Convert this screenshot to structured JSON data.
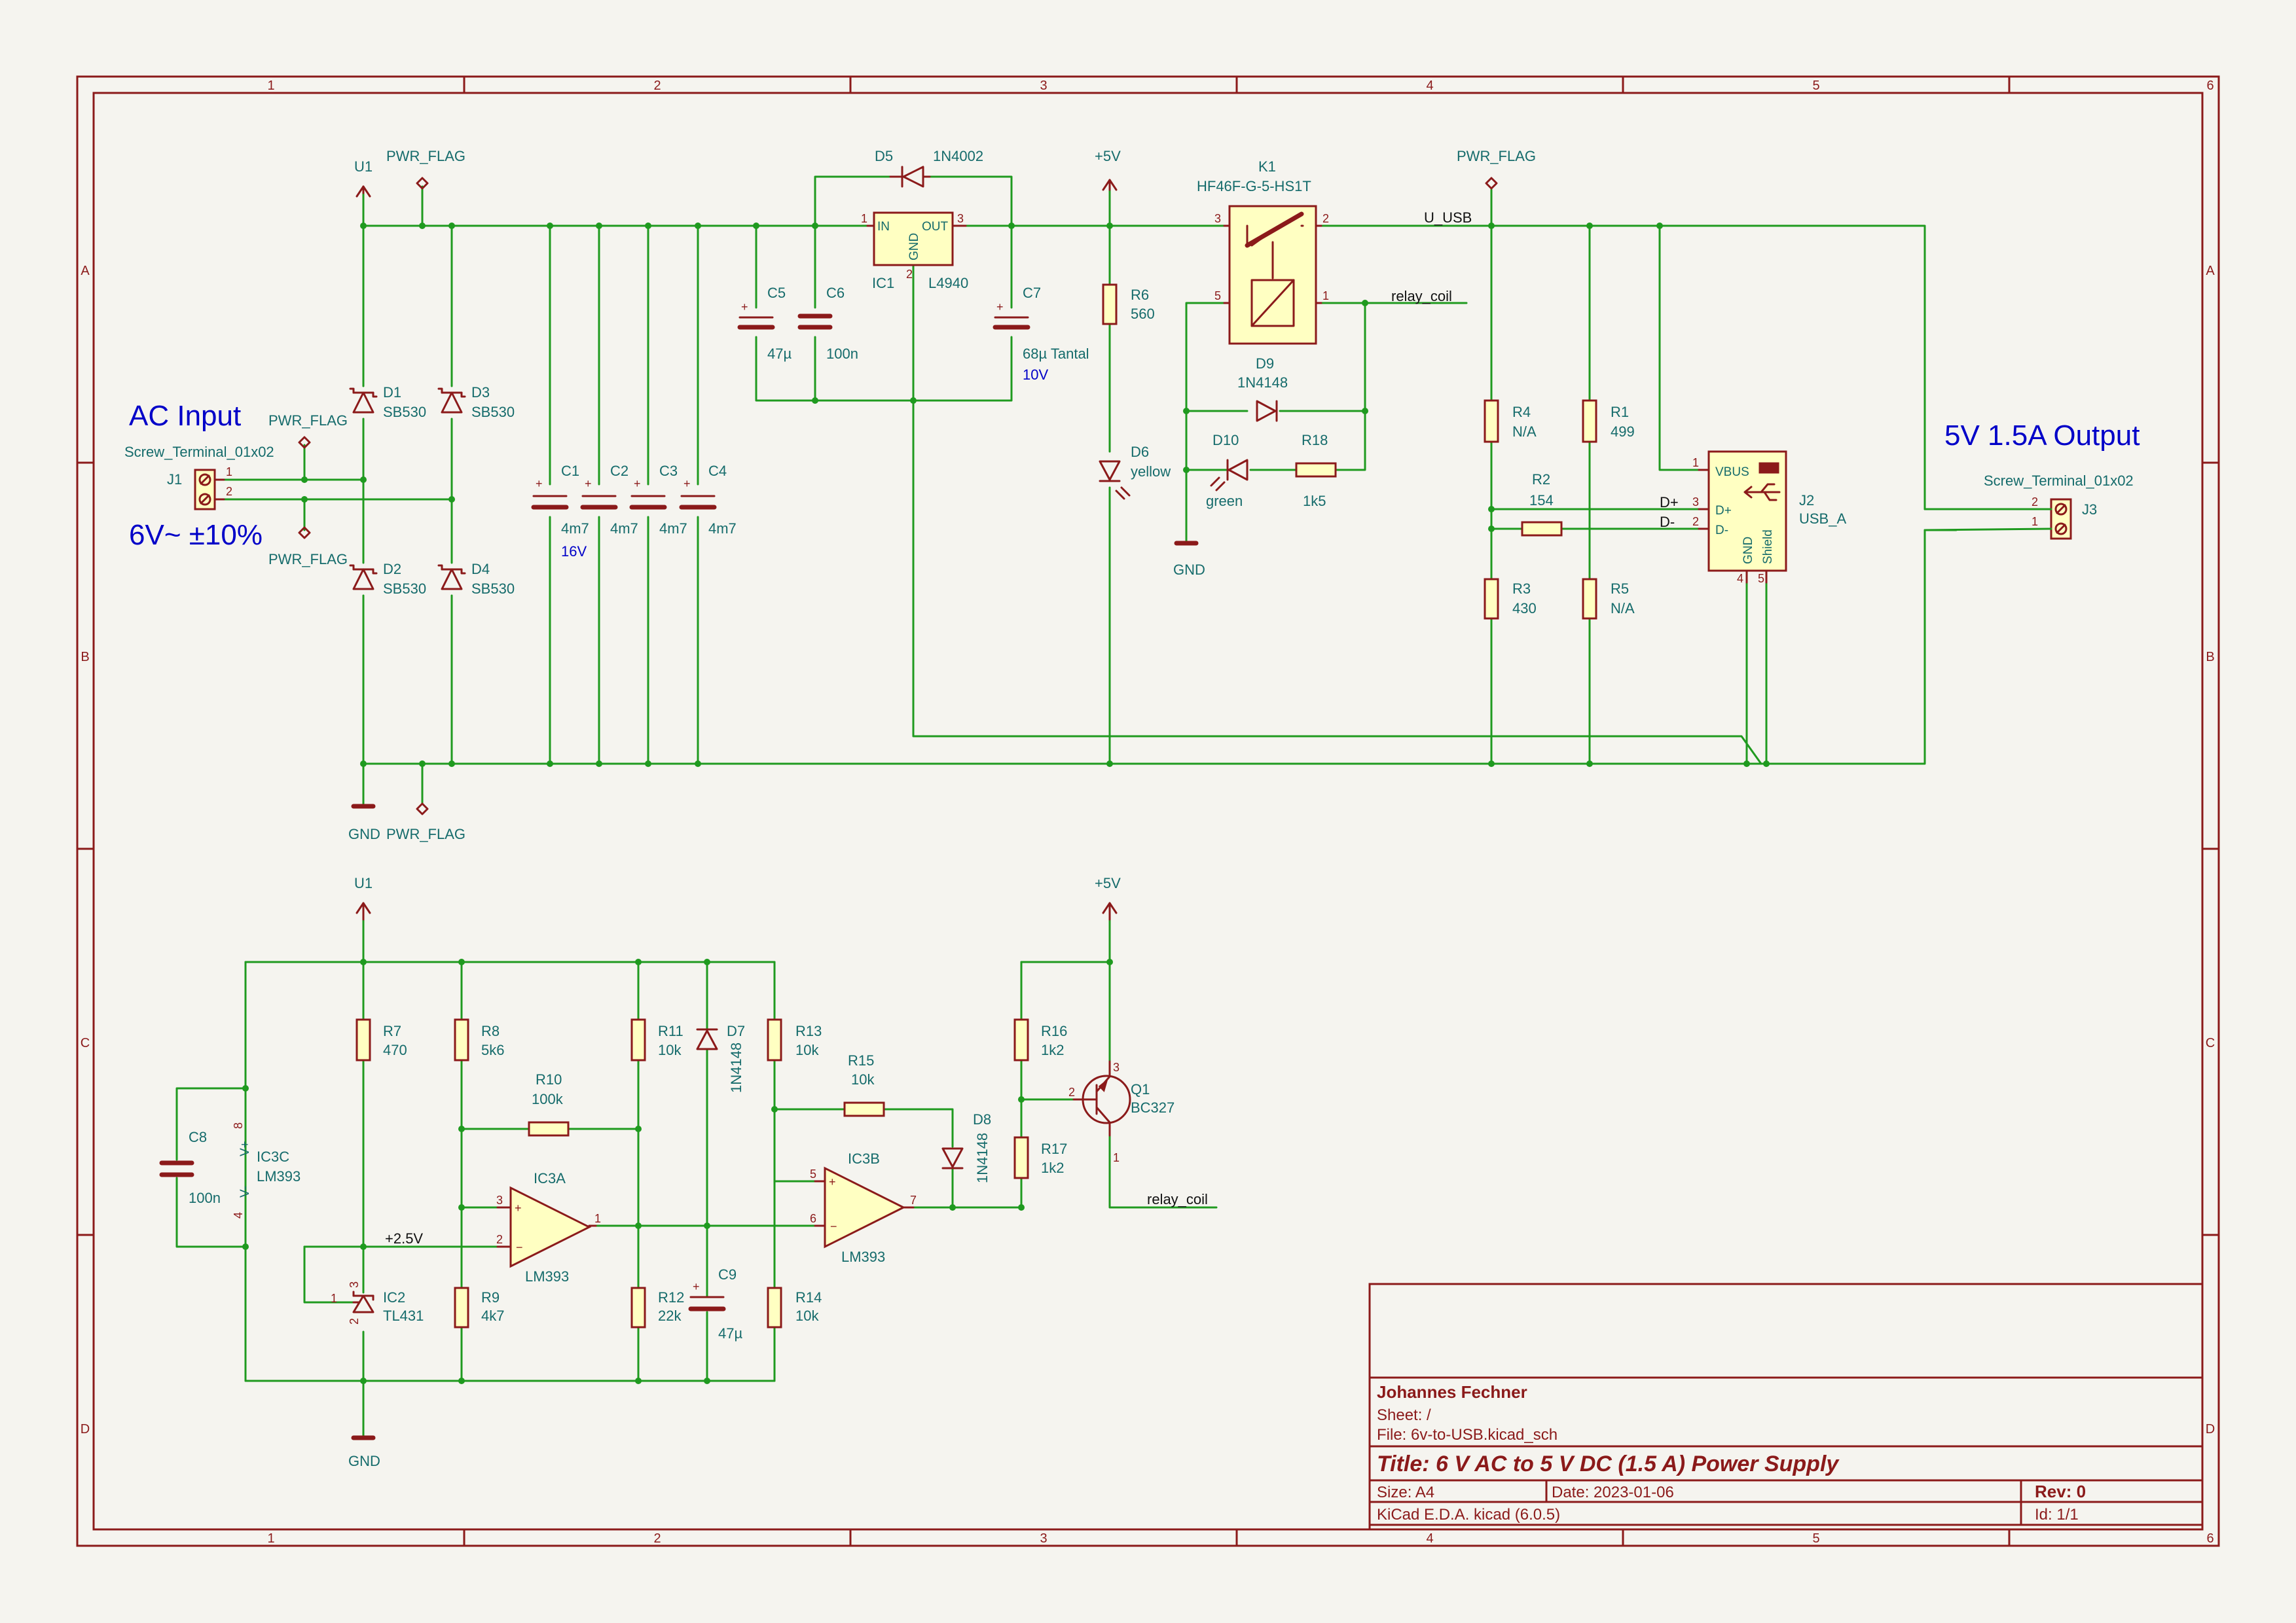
{
  "components": {
    "J1": {
      "ref": "J1",
      "value": "Screw_Terminal_01x02",
      "pins": [
        "1",
        "2"
      ]
    },
    "J3": {
      "ref": "J3",
      "value": "Screw_Terminal_01x02",
      "pins": [
        "2",
        "1"
      ]
    },
    "D1": {
      "ref": "D1",
      "value": "SB530"
    },
    "D2": {
      "ref": "D2",
      "value": "SB530"
    },
    "D3": {
      "ref": "D3",
      "value": "SB530"
    },
    "D4": {
      "ref": "D4",
      "value": "SB530"
    },
    "C1": {
      "ref": "C1",
      "value": "4m7",
      "note": "16V"
    },
    "C2": {
      "ref": "C2",
      "value": "4m7"
    },
    "C3": {
      "ref": "C3",
      "value": "4m7"
    },
    "C4": {
      "ref": "C4",
      "value": "4m7"
    },
    "C5": {
      "ref": "C5",
      "value": "47µ"
    },
    "C6": {
      "ref": "C6",
      "value": "100n"
    },
    "C7": {
      "ref": "C7",
      "value": "68µ Tantal",
      "note": "10V"
    },
    "C8": {
      "ref": "C8",
      "value": "100n"
    },
    "C9": {
      "ref": "C9",
      "value": "47µ"
    },
    "D5": {
      "ref": "D5",
      "value": "1N4002"
    },
    "IC1": {
      "ref": "IC1",
      "value": "L4940",
      "pins": [
        "1",
        "2",
        "3"
      ],
      "pin_names": [
        "IN",
        "OUT",
        "GND"
      ]
    },
    "R6": {
      "ref": "R6",
      "value": "560"
    },
    "D6": {
      "ref": "D6",
      "value": "yellow"
    },
    "K1": {
      "ref": "K1",
      "value": "HF46F-G-5-HS1T",
      "pins": [
        "3",
        "2",
        "5",
        "1"
      ]
    },
    "D9": {
      "ref": "D9",
      "value": "1N4148"
    },
    "D10": {
      "ref": "D10",
      "value": "green"
    },
    "R18": {
      "ref": "R18",
      "value": "1k5"
    },
    "R4": {
      "ref": "R4",
      "value": "N/A"
    },
    "R1": {
      "ref": "R1",
      "value": "499"
    },
    "R2": {
      "ref": "R2",
      "value": "154"
    },
    "R3": {
      "ref": "R3",
      "value": "430"
    },
    "R5": {
      "ref": "R5",
      "value": "N/A"
    },
    "J2": {
      "ref": "J2",
      "value": "USB_A",
      "pins": [
        "1",
        "3",
        "2",
        "4",
        "5"
      ],
      "pin_names": [
        "VBUS",
        "D+",
        "D-",
        "GND",
        "Shield"
      ]
    },
    "R7": {
      "ref": "R7",
      "value": "470"
    },
    "R8": {
      "ref": "R8",
      "value": "5k6"
    },
    "R9": {
      "ref": "R9",
      "value": "4k7"
    },
    "R10": {
      "ref": "R10",
      "value": "100k"
    },
    "R11": {
      "ref": "R11",
      "value": "10k"
    },
    "R12": {
      "ref": "R12",
      "value": "22k"
    },
    "R13": {
      "ref": "R13",
      "value": "10k"
    },
    "R14": {
      "ref": "R14",
      "value": "10k"
    },
    "R15": {
      "ref": "R15",
      "value": "10k"
    },
    "R16": {
      "ref": "R16",
      "value": "1k2"
    },
    "R17": {
      "ref": "R17",
      "value": "1k2"
    },
    "D7": {
      "ref": "D7",
      "value": "1N4148"
    },
    "D8": {
      "ref": "D8",
      "value": "1N4148"
    },
    "Q1": {
      "ref": "Q1",
      "value": "BC327",
      "pins": [
        "1",
        "2",
        "3"
      ]
    },
    "IC2": {
      "ref": "IC2",
      "value": "TL431",
      "pins": [
        "1",
        "2",
        "3"
      ]
    },
    "IC3A": {
      "ref": "IC3A",
      "value": "LM393",
      "pins": [
        "3",
        "2",
        "1"
      ]
    },
    "IC3B": {
      "ref": "IC3B",
      "value": "LM393",
      "pins": [
        "5",
        "6",
        "7"
      ]
    },
    "IC3C": {
      "ref": "IC3C",
      "value": "LM393",
      "pins": [
        "8",
        "4"
      ],
      "pin_names": [
        "V+",
        "V-"
      ]
    }
  },
  "power": {
    "u1": "U1",
    "gnd": "GND",
    "plus5v": "+5V",
    "pwr_flag": "PWR_FLAG"
  },
  "nets": {
    "u_usb": "U_USB",
    "relay_coil": "relay_coil",
    "ref_2v5": "+2.5V",
    "d_plus": "D+",
    "d_minus": "D-"
  },
  "notes": {
    "ac_input": "AC Input",
    "ac_voltage": "6V~ ±10%",
    "output": "5V 1.5A Output"
  },
  "frame": {
    "columns": [
      "1",
      "2",
      "3",
      "4",
      "5",
      "6"
    ],
    "rows": [
      "A",
      "B",
      "C",
      "D"
    ]
  },
  "title_block": {
    "company": "Johannes Fechner",
    "sheet": "Sheet: /",
    "file": "File: 6v-to-USB.kicad_sch",
    "title": "Title: 6 V AC to 5 V DC (1.5 A) Power Supply",
    "size": "Size: A4",
    "date": "Date: 2023-01-06",
    "rev": "Rev: 0",
    "tool": "KiCad E.D.A.  kicad (6.0.5)",
    "id": "Id: 1/1"
  },
  "colors": {
    "wire": "#1f9a1f",
    "symbol": "#8b1a1a",
    "symbol_fill": "#ffffc2",
    "reference": "#156b6b",
    "note": "#0000c8",
    "background": "#f5f4ef"
  }
}
